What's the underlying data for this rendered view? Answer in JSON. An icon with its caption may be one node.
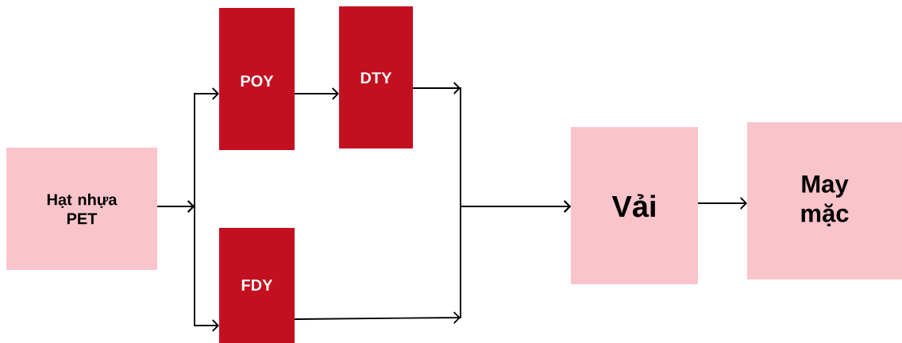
{
  "diagram": {
    "nodes": [
      {
        "text": [
          "Hạt nhựa PET"
        ]
      },
      {
        "text": [
          "POY"
        ]
      },
      {
        "text": [
          "DTY"
        ]
      },
      {
        "text": [
          "FDY"
        ]
      },
      {
        "text": [
          "Vải"
        ]
      },
      {
        "text": [
          "May mặc"
        ]
      }
    ],
    "edges": [
      {
        "from": 0,
        "to": 1,
        "arrow": "to"
      },
      {
        "from": 0,
        "to": 3,
        "arrow": "to"
      },
      {
        "from": 1,
        "to": 2,
        "arrow": "to"
      },
      {
        "from": 2,
        "to": 4,
        "arrow": "to"
      },
      {
        "from": 3,
        "to": 4,
        "arrow": "to"
      },
      {
        "from": 4,
        "to": 5,
        "arrow": "to"
      }
    ]
  }
}
